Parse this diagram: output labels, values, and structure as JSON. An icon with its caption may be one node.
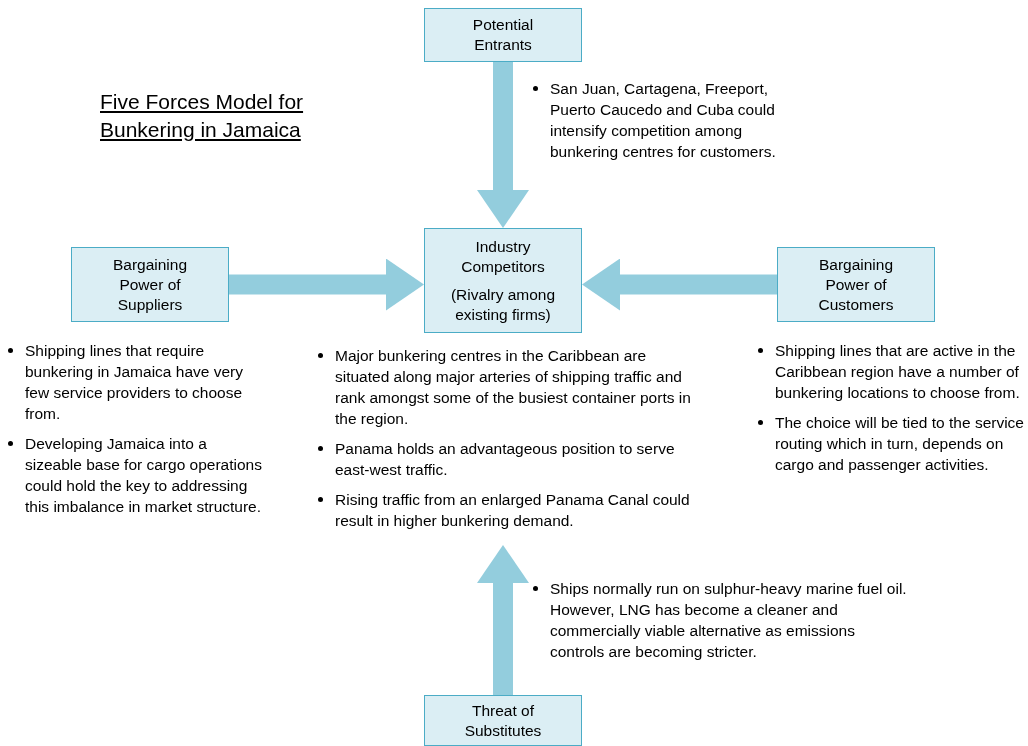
{
  "diagram": {
    "title": "Five Forces Model for Bunkering in Jamaica",
    "nodes": [
      {
        "text": [
          "Potential Entrants"
        ]
      },
      {
        "text": [
          "Industry Competitors",
          "(Rivalry among existing firms)"
        ]
      },
      {
        "text": [
          "Bargaining Power of Suppliers"
        ]
      },
      {
        "text": [
          "Bargaining Power of Customers"
        ]
      },
      {
        "text": [
          "Threat of Substitutes"
        ]
      }
    ],
    "edges": [
      {
        "from": 0,
        "to": 1,
        "arrow": "to"
      },
      {
        "from": 2,
        "to": 1,
        "arrow": "to"
      },
      {
        "from": 3,
        "to": 1,
        "arrow": "to"
      },
      {
        "from": 4,
        "to": null,
        "arrow": "to"
      }
    ],
    "labels": [
      "San Juan, Cartagena, Freeport, Puerto Caucedo and Cuba could intensify competition among bunkering centres for customers.",
      "Shipping lines that require bunkering in Jamaica have very few service providers to choose from.",
      "Developing Jamaica into a sizeable base for cargo operations could hold the key to addressing this imbalance in market structure.",
      "Major bunkering centres in the Caribbean are situated along major arteries of shipping traffic and rank amongst some of the busiest container ports in the region.",
      "Panama holds an advantageous position to serve east-west traffic.",
      "Rising traffic from an enlarged Panama Canal could result in higher bunkering demand.",
      "Shipping lines that are active in the Caribbean region have a number of bunkering locations to choose from.",
      "The choice will be tied to the service routing which in turn, depends on cargo and passenger activities.",
      "Ships normally run on sulphur-heavy marine fuel oil. However, LNG has become a cleaner and commercially viable alternative as emissions controls are becoming stricter."
    ]
  }
}
